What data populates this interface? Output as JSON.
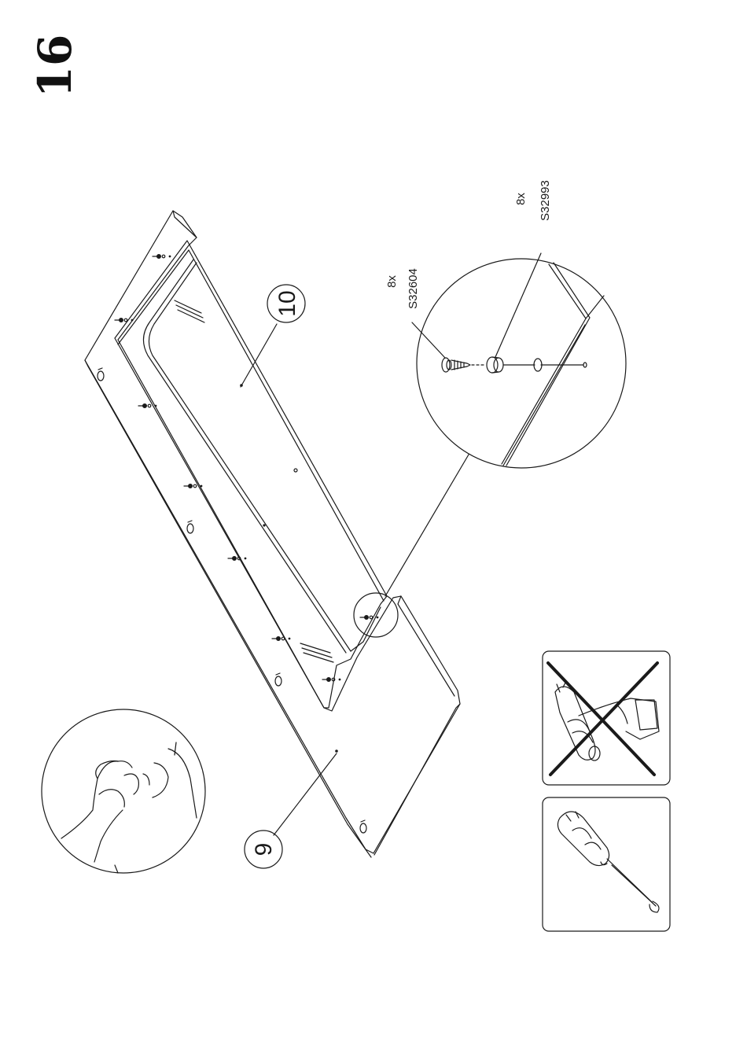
{
  "step": {
    "number": "16"
  },
  "parts": {
    "panel_top": {
      "label": "10"
    },
    "panel_bottom": {
      "label": "9"
    }
  },
  "hardware": [
    {
      "quantity": "8x",
      "code": "S32604",
      "icon": "screw-icon"
    },
    {
      "quantity": "8x",
      "code": "S32993",
      "icon": "cam-lock-icon"
    }
  ],
  "tools": {
    "forbidden": {
      "icon": "power-drill-icon",
      "status": "not-allowed"
    },
    "required": {
      "icon": "screwdriver-icon",
      "status": "allowed"
    }
  },
  "colors": {
    "line": "#1a1a1a",
    "background": "#ffffff"
  }
}
